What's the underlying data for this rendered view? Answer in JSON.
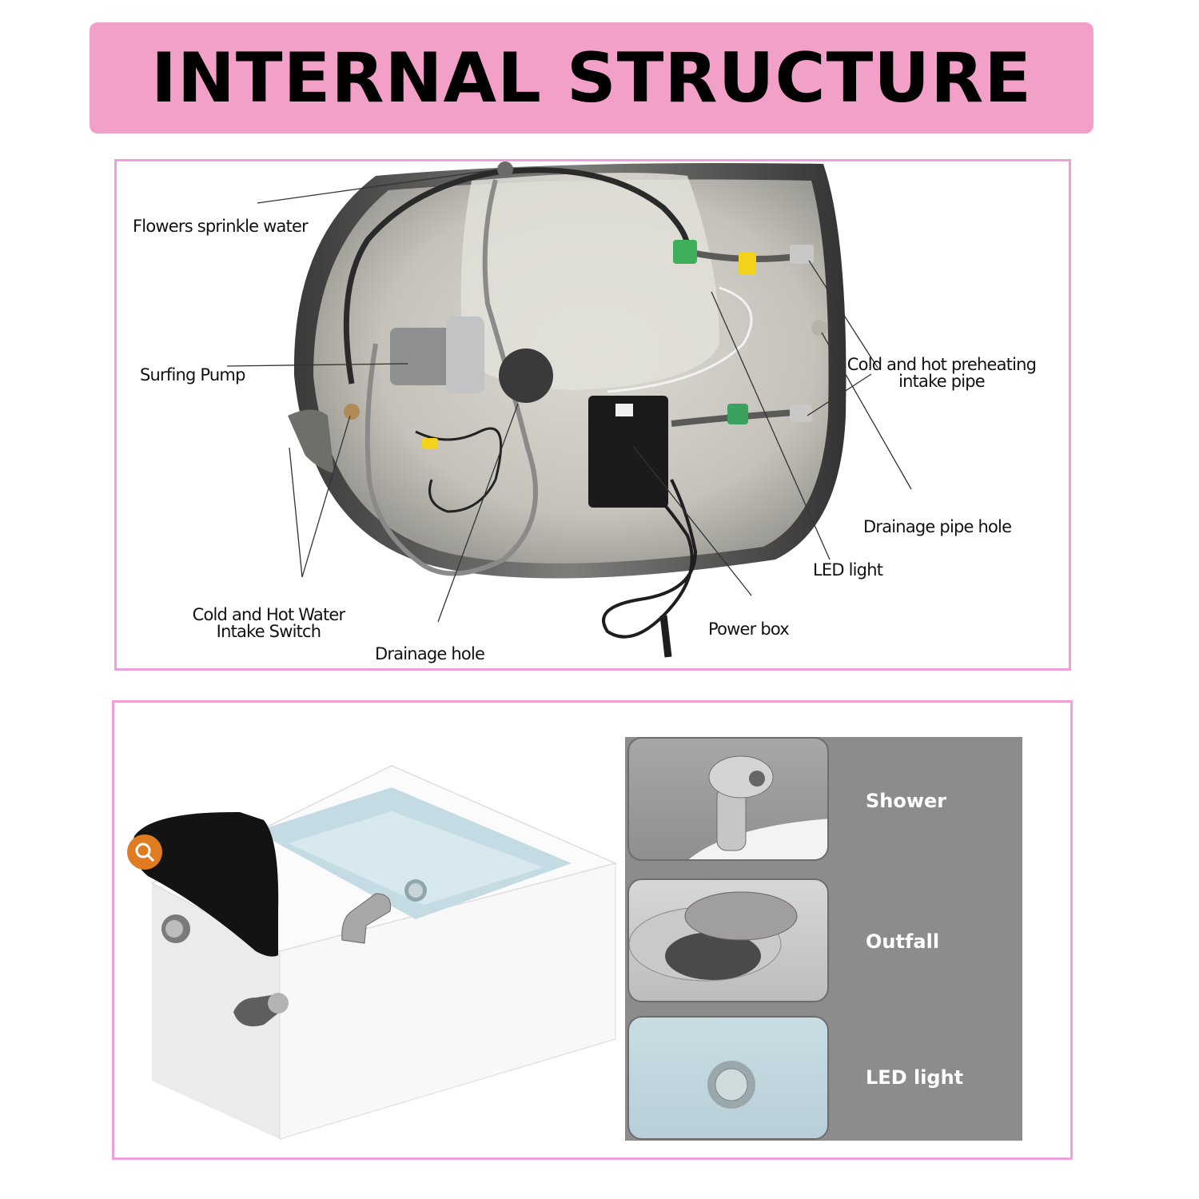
{
  "banner": {
    "title": "INTERNAL STRUCTURE"
  },
  "callouts": {
    "flowers_sprinkle_water": "Flowers sprinkle water",
    "surfing_pump": "Surfing Pump",
    "cold_hot_preheating_line1": "Cold and hot preheating",
    "cold_hot_preheating_line2": "intake pipe",
    "drainage_pipe_hole": "Drainage pipe hole",
    "led_light": "LED light",
    "cold_hot_switch_line1": "Cold and Hot Water",
    "cold_hot_switch_line2": "Intake Switch",
    "drainage_hole": "Drainage hole",
    "power_box": "Power box"
  },
  "details": {
    "shower": "Shower",
    "outfall": "Outfall",
    "led_light": "LED light"
  },
  "colors": {
    "banner": "#f3a0c8",
    "frame": "#ee9fdc",
    "detail_panel": "#8c8c8c",
    "magnifier_badge": "#e07b22"
  }
}
